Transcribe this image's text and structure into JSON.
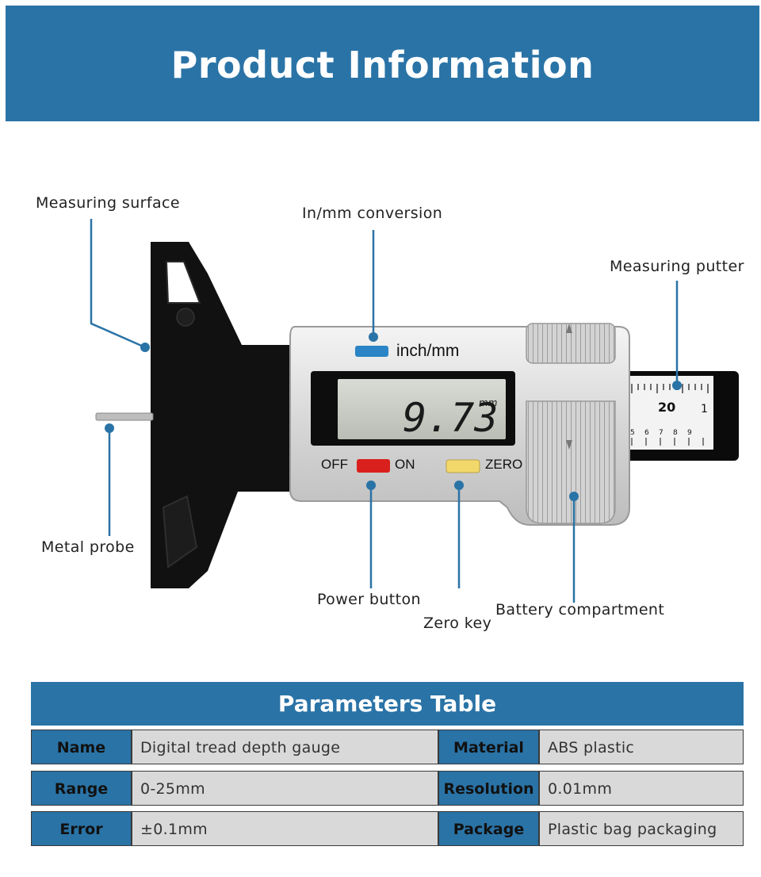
{
  "banner": {
    "title": "Product Information"
  },
  "gauge": {
    "button_label": "inch/mm",
    "display_value": "9.73",
    "display_unit": "mm",
    "off_label": "OFF",
    "on_label": "ON",
    "zero_label": "ZERO",
    "scale_main": "20",
    "scale_ticks": [
      "5",
      "6",
      "7",
      "8",
      "9",
      "1"
    ]
  },
  "callouts": {
    "measuring_surface": "Measuring surface",
    "inmm_conversion": "In/mm conversion",
    "measuring_putter": "Measuring putter",
    "metal_probe": "Metal probe",
    "power_button": "Power button",
    "zero_key": "Zero key",
    "battery_compartment": "Battery compartment"
  },
  "params": {
    "title": "Parameters Table",
    "rows": [
      {
        "k1": "Name",
        "v1": "Digital tread depth gauge",
        "k2": "Material",
        "v2": "ABS plastic"
      },
      {
        "k1": "Range",
        "v1": "0-25mm",
        "k2": "Resolution",
        "v2": "0.01mm"
      },
      {
        "k1": "Error",
        "v1": "±0.1mm",
        "k2": "Package",
        "v2": "Plastic bag packaging"
      }
    ]
  },
  "colors": {
    "accent": "#2a73a6",
    "cell_bg": "#d9d9d9",
    "power_button": "#d9201c",
    "zero_button": "#f2d76a",
    "unit_button": "#2b84c6"
  }
}
